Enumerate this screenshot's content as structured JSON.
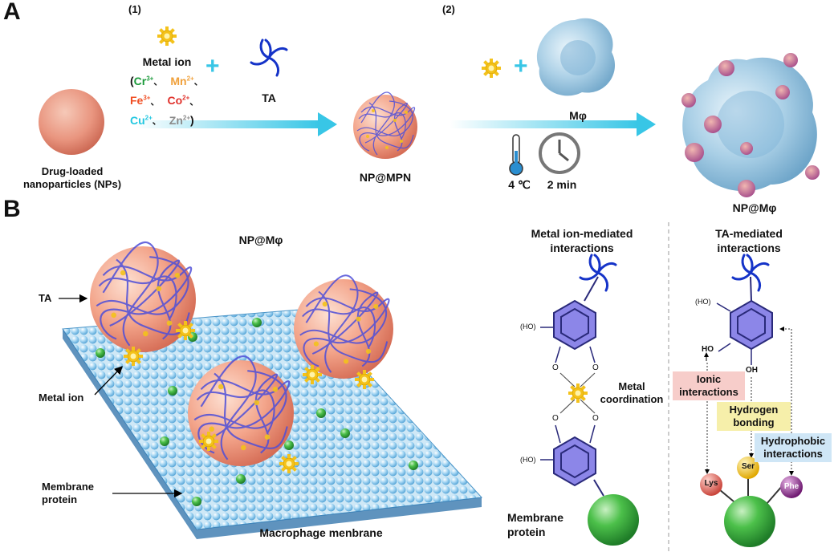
{
  "panel_a": {
    "letter": "A",
    "step1": "(1)",
    "step2": "(2)",
    "metal_ion_title": "Metal ion",
    "ions": [
      {
        "sym": "Cr",
        "chg": "3+",
        "color": "#1a9a3a"
      },
      {
        "sym": "Mn",
        "chg": "2+",
        "color": "#f0a03a"
      },
      {
        "sym": "Fe",
        "chg": "3+",
        "color": "#f04e23"
      },
      {
        "sym": "Co",
        "chg": "2+",
        "color": "#e0302a"
      },
      {
        "sym": "Cu",
        "chg": "2+",
        "color": "#22c7e0"
      },
      {
        "sym": "Zn",
        "chg": "2+",
        "color": "#8a8a8a"
      }
    ],
    "open_paren": "(",
    "close_paren": ")",
    "separator": "、",
    "plus": "+",
    "ta_label": "TA",
    "np_label": "Drug-loaded\nnanoparticles (NPs)",
    "np_mpn_label": "NP@MPN",
    "mphi_label": "Mφ",
    "temp_label": "4 ℃",
    "time_label": "2 min",
    "np_mphi_label": "NP@Mφ"
  },
  "panel_b": {
    "letter": "B",
    "left_title": "NP@Mφ",
    "ta_arrow_label": "TA",
    "metal_ion_arrow_label": "Metal ion",
    "membrane_protein_arrow_label": "Membrane\nprotein",
    "membrane_caption": "Macrophage menbrane",
    "mid_title": "Metal ion-mediated\ninteractions",
    "right_title": "TA-mediated\ninteractions",
    "ho_label": "(HO)",
    "o_label": "O",
    "ho_chem": "HO",
    "oh_chem": "OH",
    "metal_coord": "Metal\ncoordination",
    "membrane_protein_mid": "Membrane\nprotein",
    "ionic": "Ionic\ninteractions",
    "hbond": "Hydrogen\nbonding",
    "hydrophobic": "Hydrophobic\ninteractions",
    "lys": "Lys",
    "ser": "Ser",
    "phe": "Phe"
  },
  "colors": {
    "ionic_bg": "#f7cdca",
    "hbond_bg": "#f6efaa",
    "hydrophobic_bg": "#cfe6f6",
    "benzene": "#8c86e8",
    "ta_blue": "#1533c8",
    "arrow": "#38c6e6"
  }
}
